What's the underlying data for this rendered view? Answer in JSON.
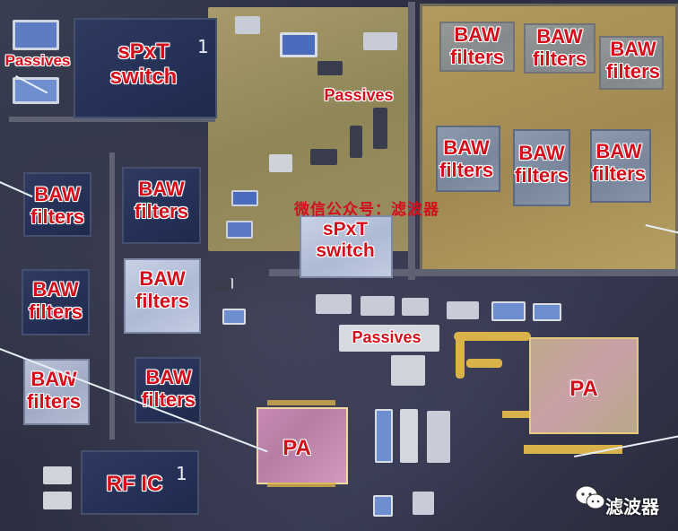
{
  "labels": {
    "passives_top_left": "Passives",
    "spxt_top": [
      "sPxT",
      "switch"
    ],
    "passives_center": "Passives",
    "baw_tr1": [
      "BAW",
      "filters"
    ],
    "baw_tr2": [
      "BAW",
      "filters"
    ],
    "baw_tr3": [
      "BAW",
      "filters"
    ],
    "baw_mr1": [
      "BAW",
      "filters"
    ],
    "baw_mr2": [
      "BAW",
      "filters"
    ],
    "baw_mr3": [
      "BAW",
      "filters"
    ],
    "baw_l1": [
      "BAW",
      "filters"
    ],
    "baw_l2": [
      "BAW",
      "filters"
    ],
    "baw_l3": [
      "BAW",
      "filters"
    ],
    "baw_c1": [
      "BAW",
      "filters"
    ],
    "baw_c2": [
      "BAW",
      "filters"
    ],
    "baw_c3": [
      "BAW",
      "filters"
    ],
    "spxt_center": [
      "sPxT",
      "switch"
    ],
    "passives_mid": "Passives",
    "pa_center": "PA",
    "pa_right": "PA",
    "rf_ic": "RF IC"
  },
  "marks": {
    "digit_one_a": "1",
    "digit_one_b": "1"
  },
  "watermark": {
    "center_text": "微信公众号：滤波器",
    "brand_text": "滤波器",
    "logo_icon": "wechat-bubble-icon"
  },
  "colors": {
    "label_red": "#d40f1c",
    "board_dark": "#2b2e40",
    "board_tan": "#a08a52"
  }
}
